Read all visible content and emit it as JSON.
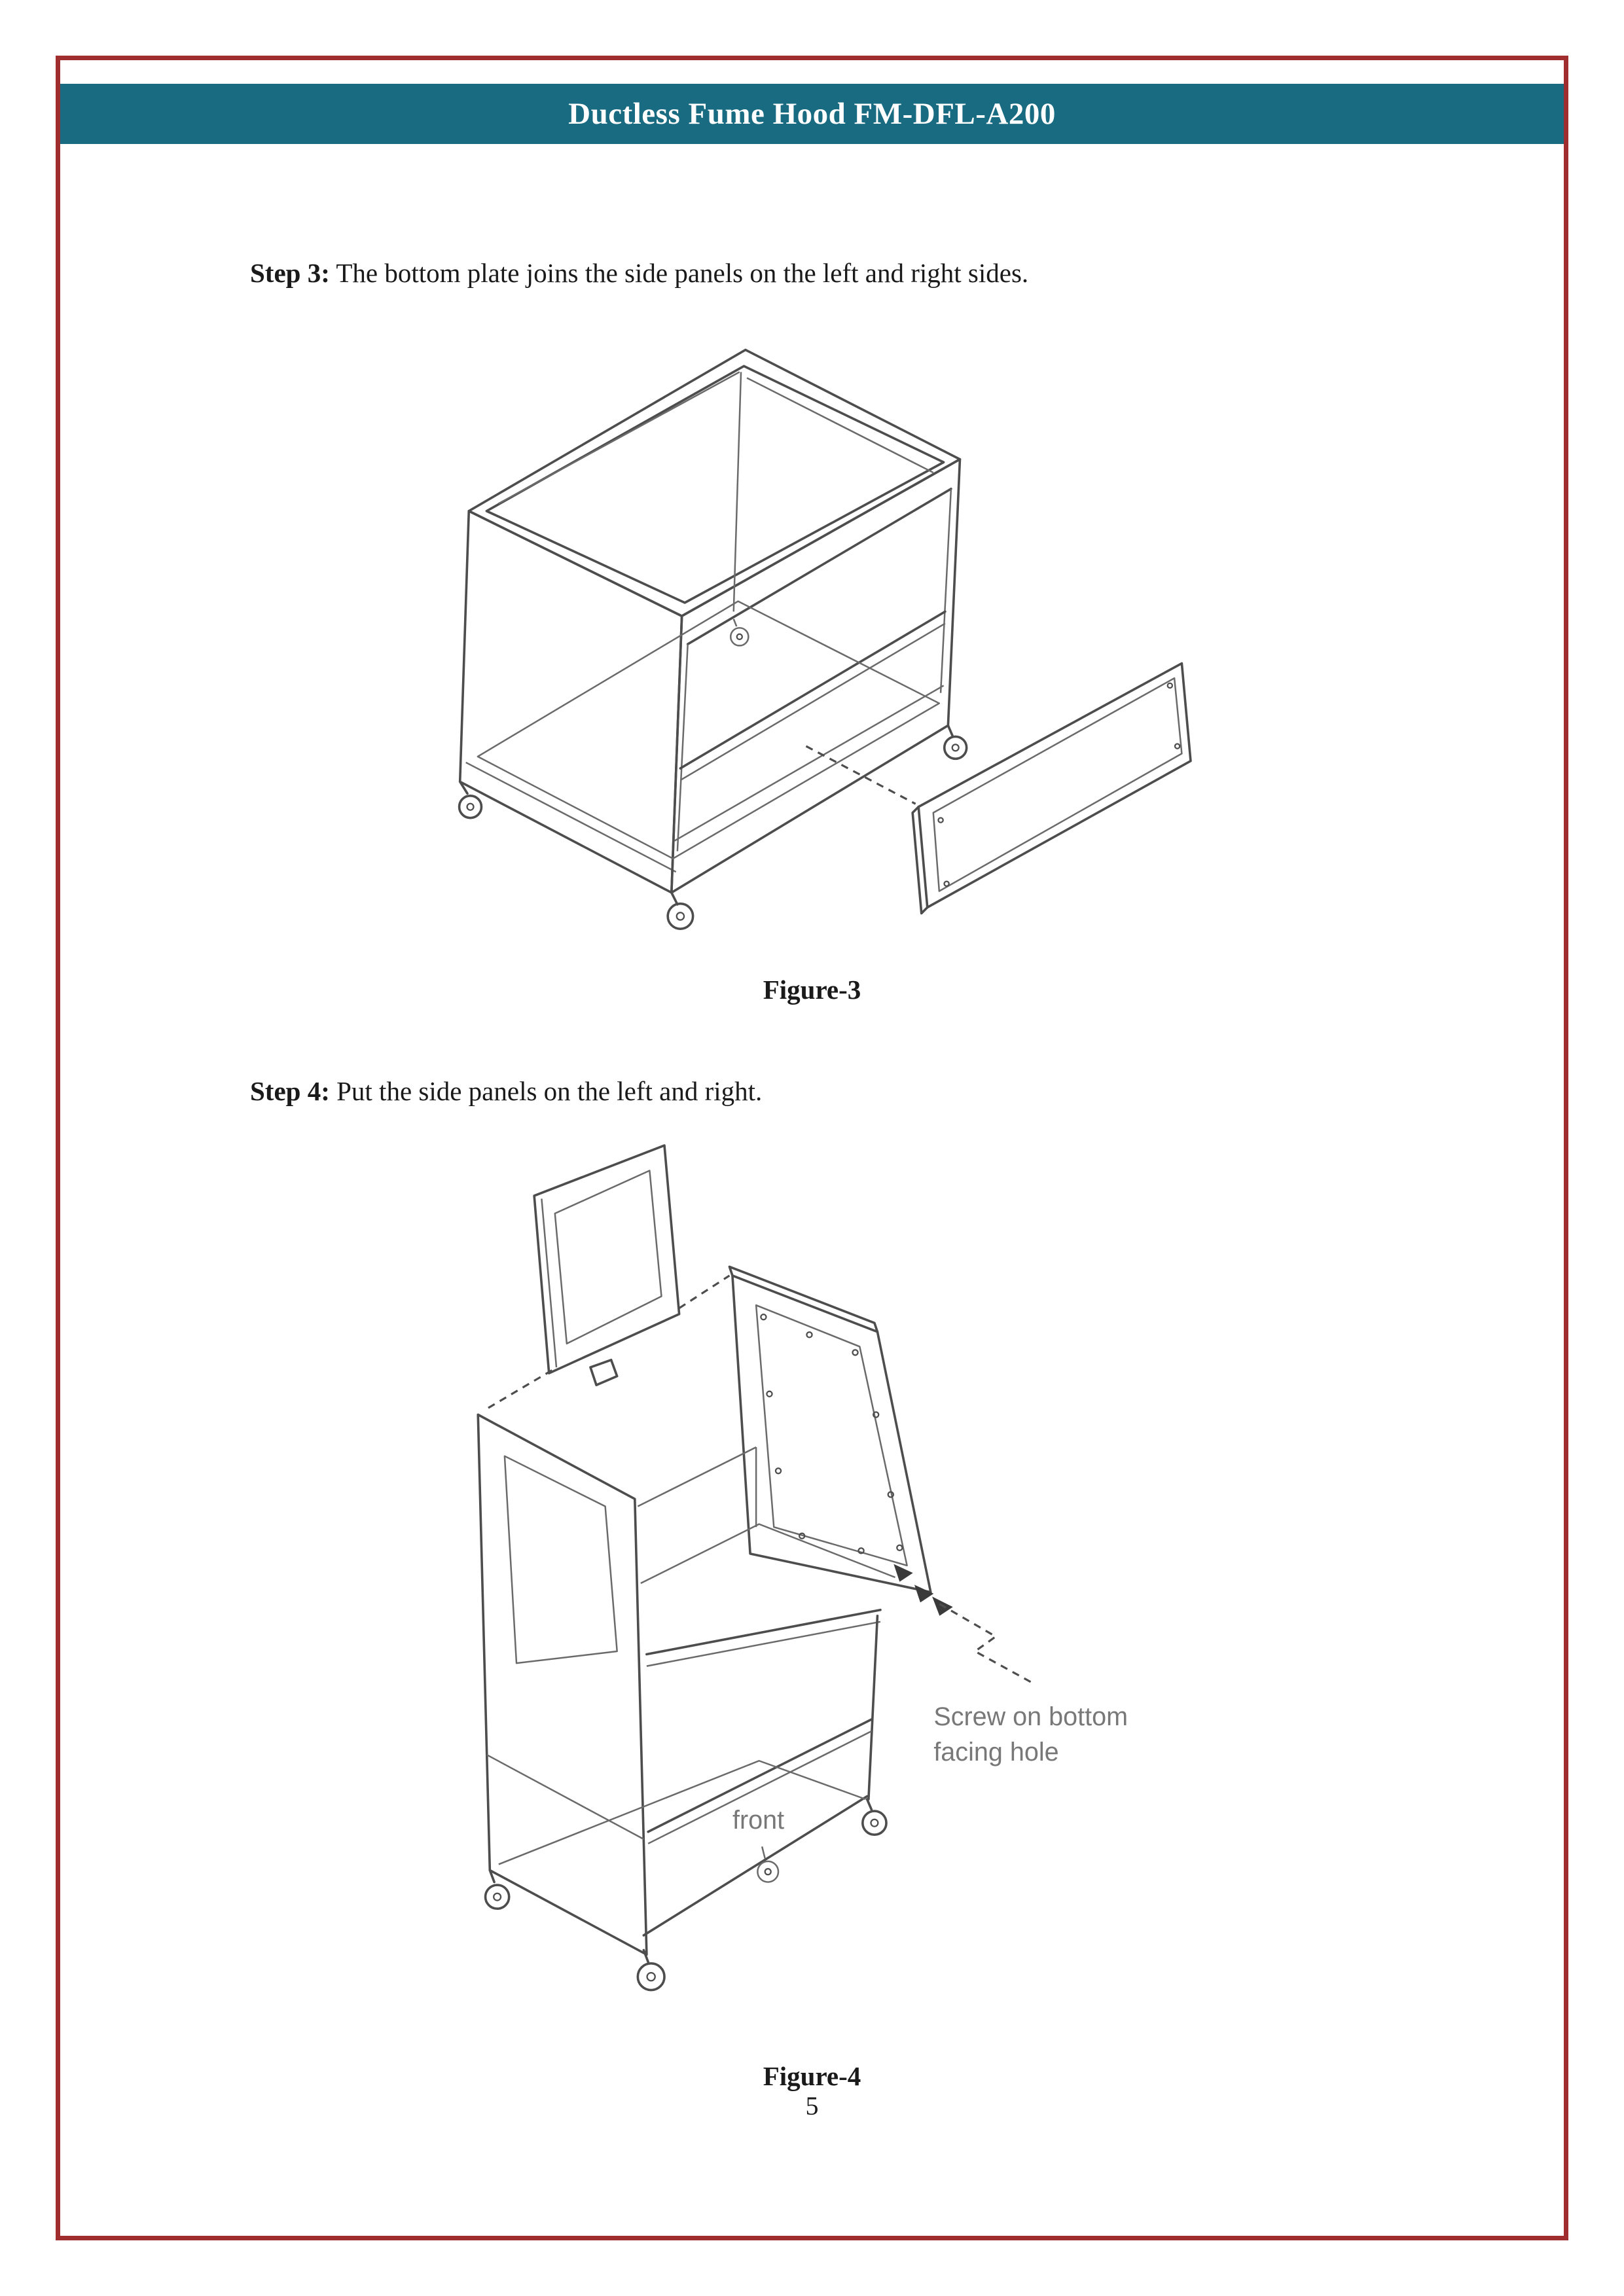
{
  "header": {
    "title": "Ductless Fume Hood FM-DFL-A200"
  },
  "steps": [
    {
      "label": "Step 3:",
      "text": "The bottom plate joins the side panels on the left and right sides."
    },
    {
      "label": "Step 4:",
      "text": "Put the side panels on the left and right."
    }
  ],
  "figures": [
    {
      "caption": "Figure-3"
    },
    {
      "caption": "Figure-4",
      "annotations": {
        "screw_line1": "Screw on bottom",
        "screw_line2": "facing hole",
        "front": "front"
      }
    }
  ],
  "footer": {
    "page_number": "5"
  },
  "colors": {
    "border_red": "#a02e2e",
    "header_teal": "#186b80",
    "header_text": "#ffffff",
    "drawing_line_gray": "#4d4d4d",
    "annotation_gray": "#787878"
  }
}
